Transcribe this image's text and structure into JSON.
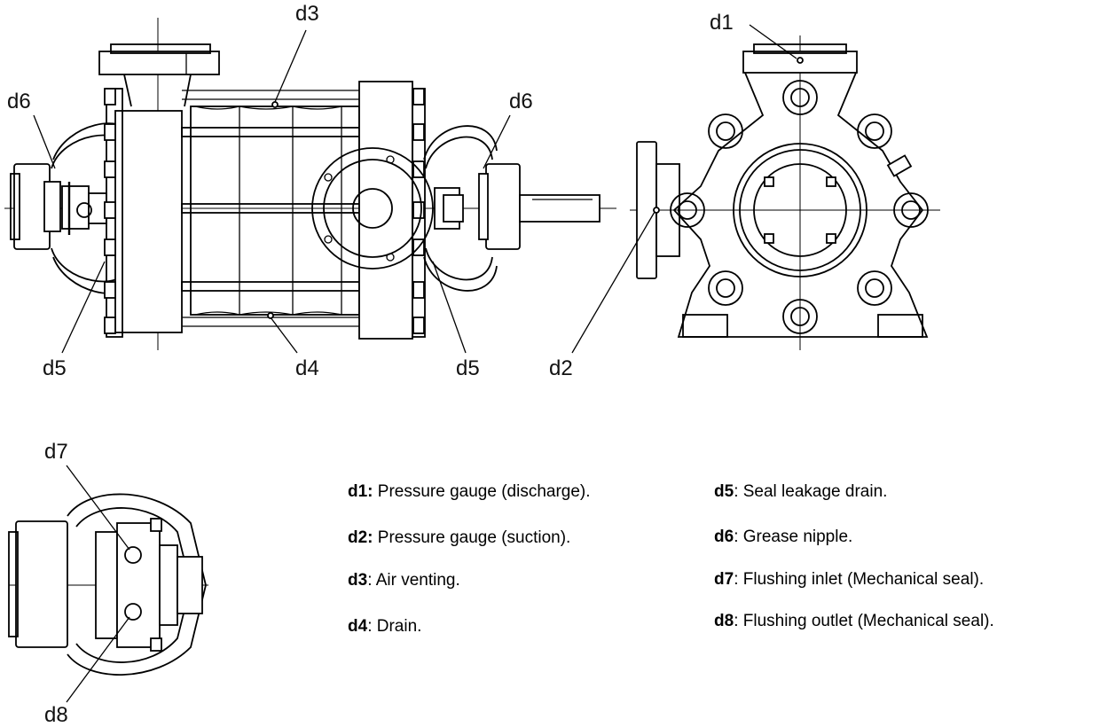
{
  "callouts": {
    "d1": "d1",
    "d2": "d2",
    "d3": "d3",
    "d4": "d4",
    "d5_left": "d5",
    "d5_right": "d5",
    "d6_left": "d6",
    "d6_right": "d6",
    "d7": "d7",
    "d8": "d8"
  },
  "legend": [
    {
      "code": "d1:",
      "text": " Pressure gauge (discharge)."
    },
    {
      "code": "d2:",
      "text": " Pressure gauge (suction)."
    },
    {
      "code": "d3",
      "text": ": Air venting."
    },
    {
      "code": "d4",
      "text": ": Drain."
    },
    {
      "code": "d5",
      "text": ": Seal leakage drain."
    },
    {
      "code": "d6",
      "text": ": Grease nipple."
    },
    {
      "code": "d7",
      "text": ": Flushing inlet (Mechanical seal)."
    },
    {
      "code": "d8",
      "text": ": Flushing outlet (Mechanical seal)."
    }
  ]
}
